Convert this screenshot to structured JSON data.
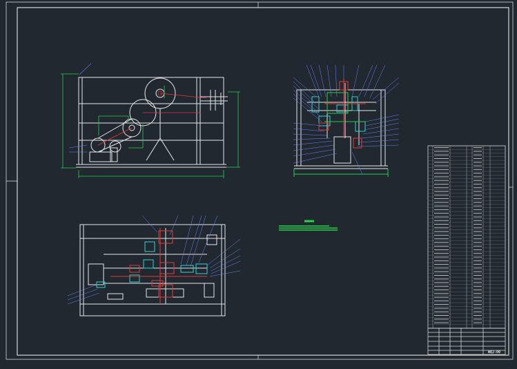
{
  "colors": {
    "background": "#212830",
    "frame": "#d7d7d7",
    "part_line": "#e8e8e8",
    "dimension": "#22d24a",
    "hidden": "#e23a3a",
    "section": "#2bd6d6",
    "leader": "#6688ff"
  },
  "sheet": {
    "drawing_number": "WQJ-00",
    "parts_list_rows": 50
  },
  "views": {
    "front": {
      "name": "front-elevation"
    },
    "side": {
      "name": "side-elevation"
    },
    "top": {
      "name": "plan-view"
    }
  }
}
